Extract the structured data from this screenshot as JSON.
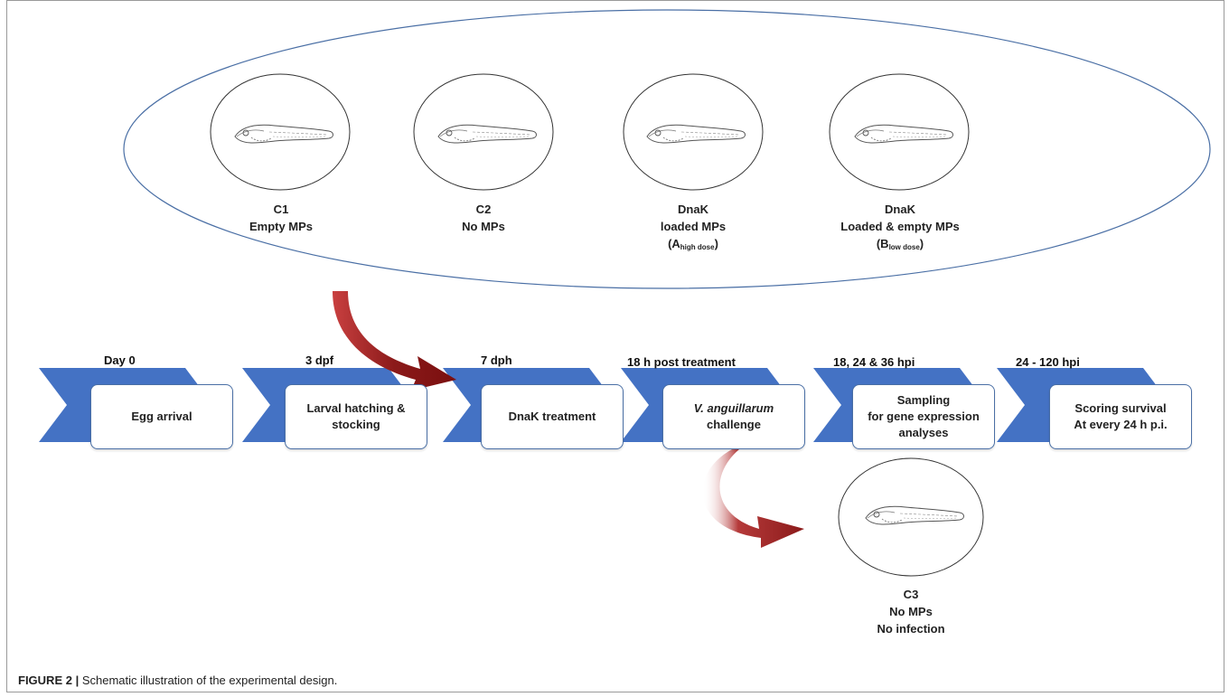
{
  "groups": {
    "c1": {
      "line1": "C1",
      "line2": "Empty MPs"
    },
    "c2": {
      "line1": "C2",
      "line2": "No MPs"
    },
    "a": {
      "line1": "DnaK",
      "line2": "loaded MPs",
      "line3_open": "(A",
      "line3_sub": "high dose",
      "line3_close": ")"
    },
    "b": {
      "line1": "DnaK",
      "line2": "Loaded & empty MPs",
      "line3_open": "(B",
      "line3_sub": "low dose",
      "line3_close": ")"
    },
    "c3": {
      "line1": "C3",
      "line2": "No MPs",
      "line3": "No infection"
    }
  },
  "steps": [
    {
      "label": "Day 0",
      "box": "Egg arrival"
    },
    {
      "label": "3 dpf",
      "box_line1": "Larval hatching &",
      "box_line2": "stocking"
    },
    {
      "label": "7 dph",
      "box": "DnaK treatment"
    },
    {
      "label": "18 h post treatment",
      "box_italic": "V. anguillarum",
      "box_line2": "challenge"
    },
    {
      "label": "18, 24 & 36 hpi",
      "box_line1": "Sampling",
      "box_line2": "for gene expression",
      "box_line3": "analyses"
    },
    {
      "label": "24 - 120 hpi",
      "box_line1": "Scoring survival",
      "box_line2": "At every 24 h p.i."
    }
  ],
  "caption": {
    "prefix": "FIGURE 2 |",
    "text": " Schematic illustration of the experimental design."
  },
  "colors": {
    "chevron": "#4472c4",
    "arrow": "#8b1a1a",
    "outline": "#4a6fa5"
  }
}
